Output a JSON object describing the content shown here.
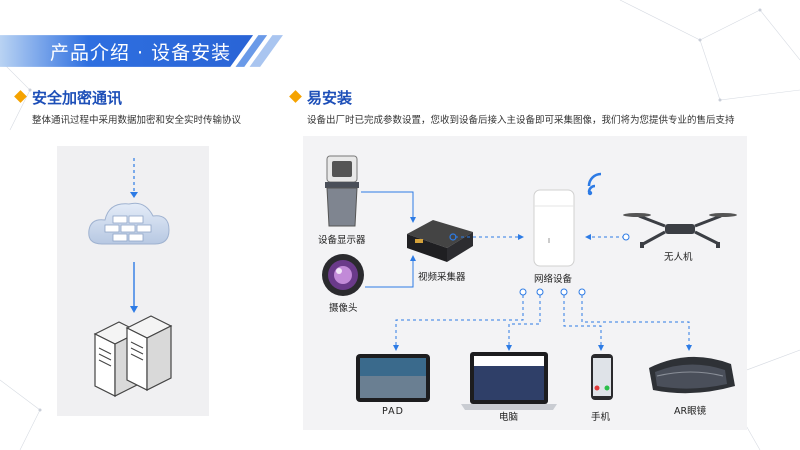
{
  "header": {
    "title": "产品介绍 · 设备安装"
  },
  "left_section": {
    "title": "安全加密通讯",
    "description": "整体通讯过程中采用数据加密和安全实时传输协议"
  },
  "right_section": {
    "title": "易安装",
    "description": "设备出厂时已完成参数设置，您收到设备后接入主设备即可采集图像，我们将为您提供专业的售后支持"
  },
  "diagram": {
    "display_device": "设备显示器",
    "camera": "摄像头",
    "video_collector": "视频采集器",
    "network_device": "网络设备",
    "drone": "无人机",
    "pad": "PAD",
    "computer": "电脑",
    "phone": "手机",
    "ar_glasses": "AR眼镜"
  },
  "colors": {
    "accent": "#1d4fb8",
    "bullet": "#f5a300",
    "arrow": "#2d7be5"
  }
}
